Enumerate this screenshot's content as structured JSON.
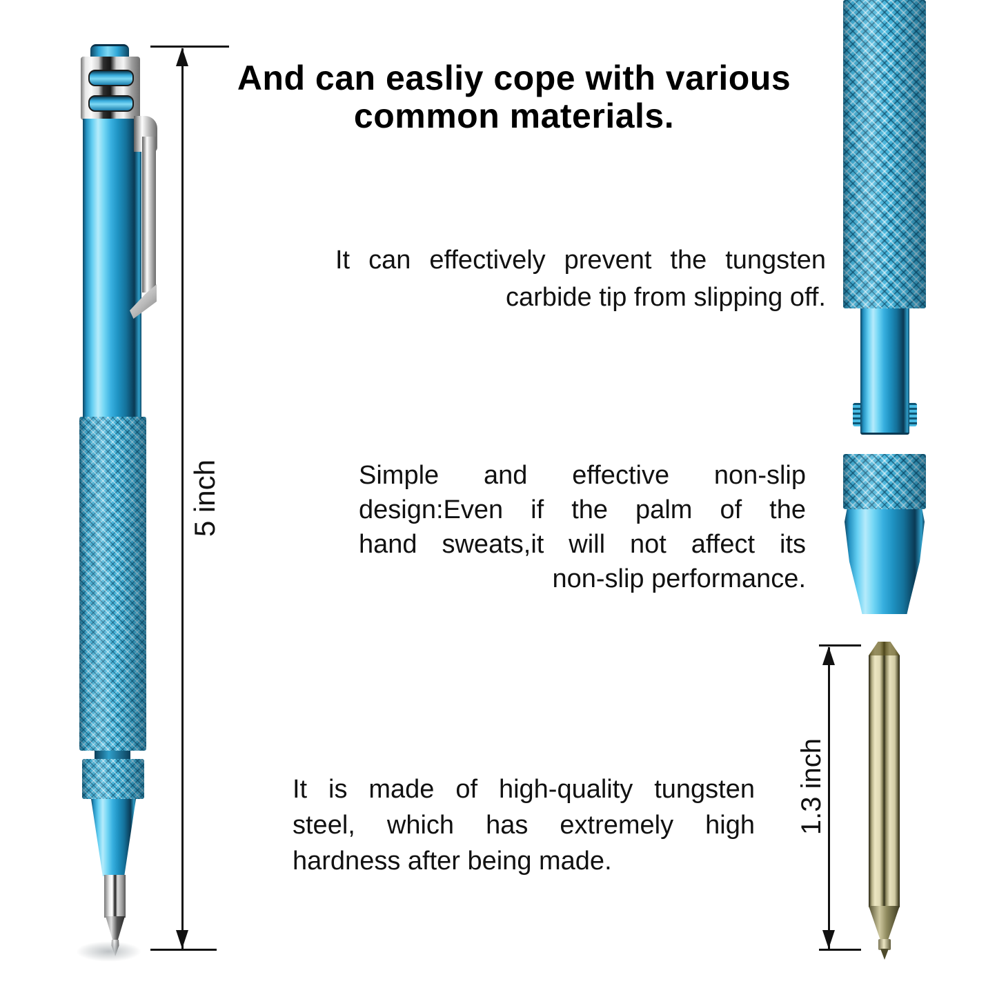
{
  "title": "Scriber pen product infographic",
  "heading": {
    "line1": "And can easliy cope with various",
    "line2": "common materials."
  },
  "paragraphs": {
    "tip": {
      "lines": [
        "It can effectively prevent the tungsten",
        "carbide tip from slipping off."
      ]
    },
    "grip": {
      "lines": [
        "Simple and effective non-slip",
        "design:Even if the palm of the",
        "hand sweats,it will not affect its",
        "non-slip performance."
      ]
    },
    "material": {
      "lines": [
        "It is made of high-quality tungsten",
        "steel, which has extremely high",
        "hardness after being made."
      ]
    }
  },
  "dimensions": {
    "pen_length_label": "5 inch",
    "tip_length_label": "1.3 inch"
  },
  "colors": {
    "pen_blue": "#38b0e0",
    "pen_blue_dark": "#0a3a54",
    "pen_highlight": "#b5ebfb",
    "chrome_light": "#f4f4f4",
    "chrome_dark": "#2e2e2e",
    "brass_light": "#ece6c2",
    "brass_dark": "#31301a",
    "dimension_line": "#111111",
    "background": "#ffffff"
  }
}
